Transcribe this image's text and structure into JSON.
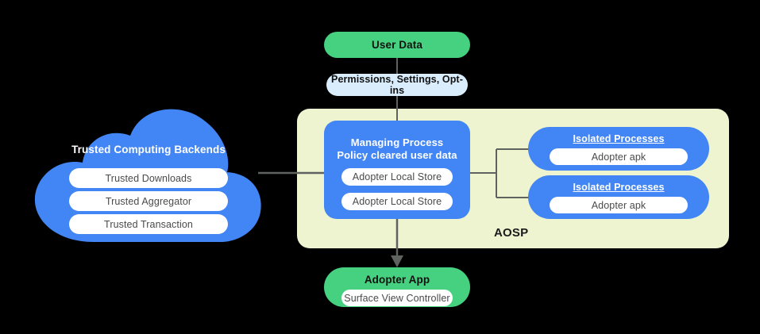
{
  "diagram": {
    "panel_label": "AOSP",
    "colors": {
      "blue": "#4285f4",
      "green": "#45d17f",
      "light_blue": "#d9edfc",
      "panel": "#eef3d0",
      "connector": "#5f6360",
      "white": "#ffffff",
      "background": "#000000"
    }
  },
  "user_data": {
    "label": "User Data"
  },
  "permissions": {
    "label": "Permissions,  Settings, Opt-ins"
  },
  "cloud": {
    "title": "Trusted Computing Backends",
    "items": [
      {
        "label": "Trusted Downloads"
      },
      {
        "label": "Trusted Aggregator"
      },
      {
        "label": "Trusted Transaction"
      }
    ]
  },
  "managing_process": {
    "title_line1": "Managing Process",
    "title_line2": "Policy cleared user data",
    "stores": [
      {
        "label": "Adopter Local Store"
      },
      {
        "label": "Adopter Local Store"
      }
    ]
  },
  "isolated_processes": [
    {
      "title": "Isolated Processes",
      "apk": "Adopter apk"
    },
    {
      "title": "Isolated Processes",
      "apk": "Adopter apk"
    }
  ],
  "adopter_app": {
    "title": "Adopter App",
    "controller": "Surface View Controller"
  }
}
